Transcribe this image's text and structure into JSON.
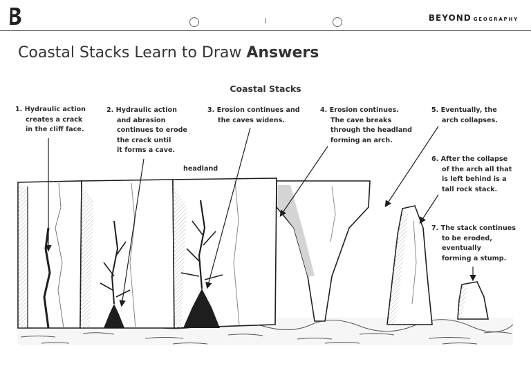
{
  "header": {
    "brand_main": "BEYOND",
    "brand_sub": "GEOGRAPHY"
  },
  "page": {
    "title_regular": "Coastal Stacks Learn to Draw ",
    "title_bold": "Answers"
  },
  "diagram": {
    "title": "Coastal Stacks",
    "headland_label": "headland",
    "steps": [
      {
        "number": "1.",
        "lines": [
          "Hydraulic action",
          "creates a crack",
          "in the cliff face."
        ]
      },
      {
        "number": "2.",
        "lines": [
          "Hydraulic action",
          "and abrasion",
          "continues to erode",
          "the crack until",
          "it forms a cave."
        ]
      },
      {
        "number": "3.",
        "lines": [
          "Erosion continues and",
          "the caves widens."
        ]
      },
      {
        "number": "4.",
        "lines": [
          "Erosion continues.",
          "The cave breaks",
          "through the headland",
          "forming an arch."
        ]
      },
      {
        "number": "5.",
        "lines": [
          "Eventually, the",
          "arch collapses."
        ]
      },
      {
        "number": "6.",
        "lines": [
          "After the collapse",
          "of the arch all that",
          "is left behind is a",
          "tall rock stack."
        ]
      },
      {
        "number": "7.",
        "lines": [
          "The stack continues",
          "to be eroded,",
          "eventually",
          "forming a stump."
        ]
      }
    ]
  },
  "colors": {
    "ink": "#1e1e1e",
    "hatch": "#bdbdbd",
    "shade": "#d4d4d4"
  }
}
